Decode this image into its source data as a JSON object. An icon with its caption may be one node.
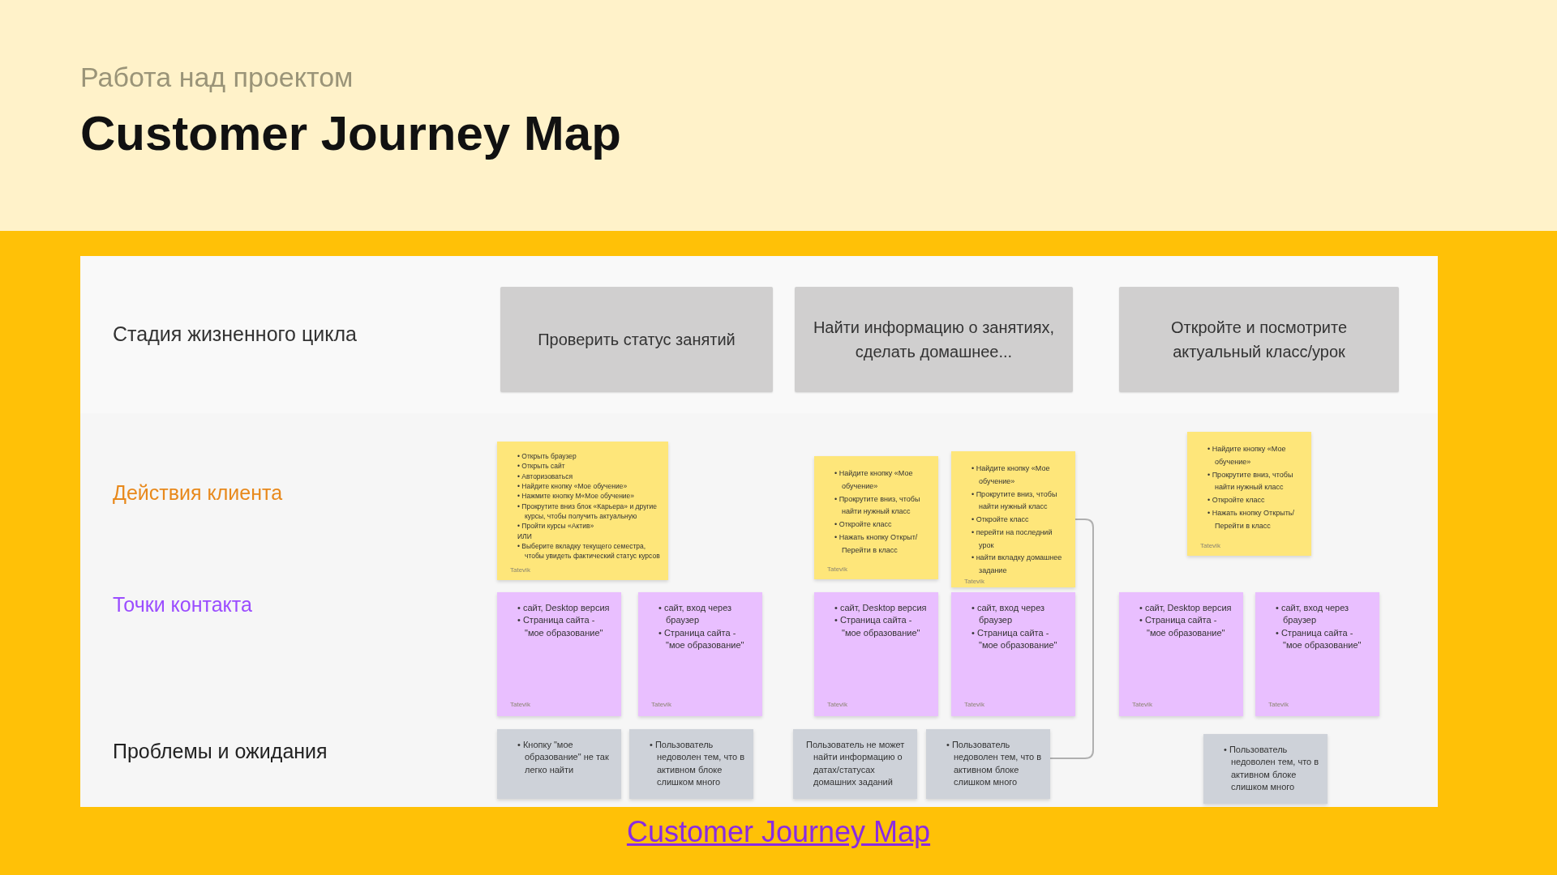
{
  "diagram": {
    "title": "Customer Journey Map",
    "nodes": [
      {
        "text": [
          "Проверить статус занятий"
        ]
      },
      {
        "text": [
          "Найти информацию о занятиях, сделать домашнее..."
        ]
      },
      {
        "text": [
          "Откройте и посмотрите актуальный класс/урок"
        ]
      },
      {
        "text": [
          "• Открыть браузер",
          "• Открыть сайт",
          "• Авторизоваться",
          "• Найдите кнопку «Мое обучение»",
          "• Нажмите кнопку М«Мое обучение»",
          "• Прокрутите вниз блок «Карьера» и другие курсы, чтобы получить актуальную",
          "• Пройти курсы «Актив»",
          "ИЛИ",
          "• Выберите вкладку текущего семестра, чтобы увидеть фактический статус курсов",
          "Tatevik"
        ]
      },
      {
        "text": [
          "• Найдите кнопку «Мое обучение»",
          "• Прокрутите вниз, чтобы найти нужный класс",
          "• Откройте класс",
          "• Нажать кнопку Открыт/ Перейти в класс",
          "Tatevik"
        ]
      },
      {
        "text": [
          "• Найдите кнопку «Мое обучение»",
          "• Прокрутите вниз, чтобы найти нужный класс",
          "• Откройте класс",
          "• перейти на последний урок",
          "• найти вкладку домашнее задание",
          "Tatevik"
        ]
      },
      {
        "text": [
          "• Найдите кнопку «Мое обучение»",
          "• Прокрутите вниз, чтобы найти нужный класс",
          "• Откройте класс",
          "• Нажать кнопку Открыть/ Перейти в класс",
          "Tatevik"
        ]
      },
      {
        "text": [
          "• сайт, Desktop версия",
          "• Страница сайта - \"мое образование\"",
          "Tatevik"
        ]
      },
      {
        "text": [
          "• сайт, вход через браузер",
          "• Страница сайта - \"мое образование\"",
          "Tatevik"
        ]
      },
      {
        "text": [
          "• сайт, Desktop версия",
          "• Страница сайта - \"мое образование\"",
          "Tatevik"
        ]
      },
      {
        "text": [
          "• сайт, вход через браузер",
          "• Страница сайта - \"мое образование\"",
          "Tatevik"
        ]
      },
      {
        "text": [
          "• сайт, Desktop версия",
          "• Страница сайта - \"мое образование\"",
          "Tatevik"
        ]
      },
      {
        "text": [
          "• сайт, вход через браузер",
          "• Страница сайта - \"мое образование\"",
          "Tatevik"
        ]
      },
      {
        "text": [
          "• Кнопку \"мое образование\" не так легко найти"
        ]
      },
      {
        "text": [
          "• Пользователь недоволен тем, что в активном блоке слишком много"
        ]
      },
      {
        "text": [
          "Пользователь не может найти информацию о датах/статусах домашних заданий"
        ]
      },
      {
        "text": [
          "• Пользователь недоволен тем, что в активном блоке слишком много"
        ]
      },
      {
        "text": [
          "• Пользователь недоволен тем, что в активном блоке слишком много"
        ]
      }
    ],
    "edges": [
      {
        "from": 5,
        "to": 16,
        "arrow": "none"
      }
    ],
    "labels": [
      "Работа над проектом",
      "Стадия жизненного цикла",
      "Действия клиента",
      "Точки контакта",
      "Проблемы и ожидания",
      "Customer Journey Map"
    ]
  }
}
